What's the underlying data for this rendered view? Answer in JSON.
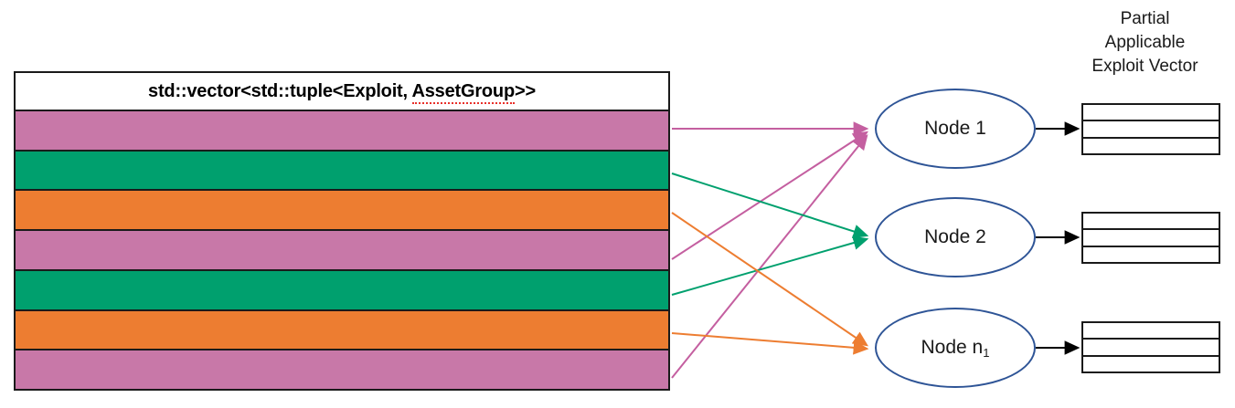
{
  "diagram": {
    "title_text": "std::vector<std::tuple<Exploit, AssetGroup>>",
    "table": {
      "header_prefix": "std::vector<std::tuple<Exploit, ",
      "header_underlined": "AssetGroup",
      "header_suffix": ">>",
      "rows": [
        {
          "index": 1,
          "color": "#c878a8",
          "group": "pink",
          "target": "Node 1"
        },
        {
          "index": 2,
          "color": "#00a06e",
          "group": "green",
          "target": "Node 2"
        },
        {
          "index": 3,
          "color": "#ed7d31",
          "group": "orange",
          "target": "Node n1"
        },
        {
          "index": 4,
          "color": "#c878a8",
          "group": "pink",
          "target": "Node 1"
        },
        {
          "index": 5,
          "color": "#00a06e",
          "group": "green",
          "target": "Node 2"
        },
        {
          "index": 6,
          "color": "#ed7d31",
          "group": "orange",
          "target": "Node n1"
        },
        {
          "index": 7,
          "color": "#c878a8",
          "group": "pink",
          "target": "Node 1"
        }
      ]
    },
    "nodes": [
      {
        "id": "node-1",
        "label": "Node 1",
        "base": "Node 1",
        "sub": ""
      },
      {
        "id": "node-2",
        "label": "Node 2",
        "base": "Node 2",
        "sub": ""
      },
      {
        "id": "node-n1",
        "label": "Node n1",
        "base": "Node n",
        "sub": "1"
      }
    ],
    "output_caption": {
      "line_1": "Partial",
      "line_2": "Applicable",
      "line_3": "Exploit Vector"
    },
    "output_vectors": [
      {
        "id": "pav-box-1",
        "cells": [
          "",
          "",
          ""
        ]
      },
      {
        "id": "pav-box-2",
        "cells": [
          "",
          "",
          ""
        ]
      },
      {
        "id": "pav-box-3",
        "cells": [
          "",
          "",
          ""
        ]
      }
    ],
    "colors": {
      "pink": "#c878a8",
      "green": "#00a06e",
      "orange": "#ed7d31",
      "node_border": "#2e5496",
      "outline": "#1a1a1a",
      "spellcheck_underline": "#e8302a",
      "background": "#ffffff"
    }
  }
}
